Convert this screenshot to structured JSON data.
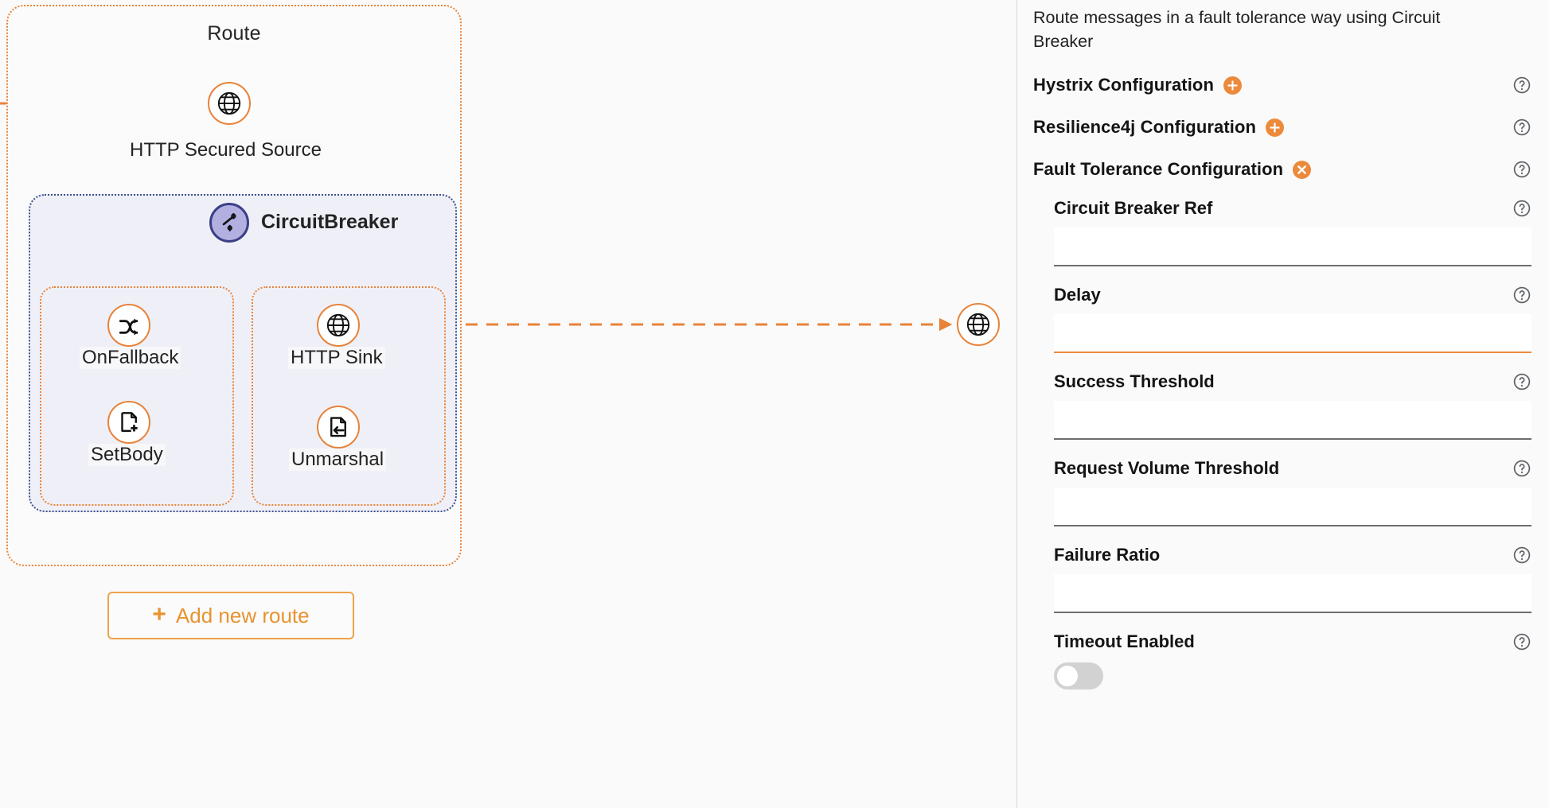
{
  "canvas": {
    "route_title": "Route",
    "nodes": [
      {
        "id": "http-source",
        "label": "HTTP Secured Source",
        "icon": "globe-icon"
      },
      {
        "id": "circuitbreaker",
        "label": "CircuitBreaker",
        "icon": "circuit-breaker-icon"
      },
      {
        "id": "onfallback",
        "label": "OnFallback",
        "icon": "shuffle-icon"
      },
      {
        "id": "setbody",
        "label": "SetBody",
        "icon": "document-plus-icon"
      },
      {
        "id": "httpsink",
        "label": "HTTP Sink",
        "icon": "globe-icon"
      },
      {
        "id": "unmarshal",
        "label": "Unmarshal",
        "icon": "document-arrow-left-icon"
      },
      {
        "id": "right-globe",
        "label": "",
        "icon": "globe-icon"
      }
    ],
    "add_route_button": {
      "label": "Add new route",
      "plus": "+"
    },
    "colors": {
      "accent_orange": "#e8833a",
      "circuitbreaker_border": "#3c3f86",
      "circuitbreaker_fill": "#b2b0e0",
      "group_fill": "#eff0f7",
      "canvas_bg": "#fafafa"
    }
  },
  "panel": {
    "description": "Route messages in a fault tolerance way using Circuit Breaker",
    "sections": [
      {
        "title": "Hystrix Configuration",
        "badge": "plus",
        "help": "?"
      },
      {
        "title": "Resilience4j Configuration",
        "badge": "plus",
        "help": "?"
      },
      {
        "title": "Fault Tolerance Configuration",
        "badge": "close",
        "help": "?"
      }
    ],
    "fields": [
      {
        "label": "Circuit Breaker Ref",
        "value": "",
        "placeholder": "",
        "focused": false,
        "help": "?"
      },
      {
        "label": "Delay",
        "value": "",
        "placeholder": "",
        "focused": true,
        "help": "?"
      },
      {
        "label": "Success Threshold",
        "value": "",
        "placeholder": "",
        "focused": false,
        "help": "?"
      },
      {
        "label": "Request Volume Threshold",
        "value": "",
        "placeholder": "",
        "focused": false,
        "help": "?"
      },
      {
        "label": "Failure Ratio",
        "value": "",
        "placeholder": "",
        "focused": false,
        "help": "?"
      }
    ],
    "toggle_field": {
      "label": "Timeout Enabled",
      "enabled": false,
      "help": "?"
    }
  }
}
